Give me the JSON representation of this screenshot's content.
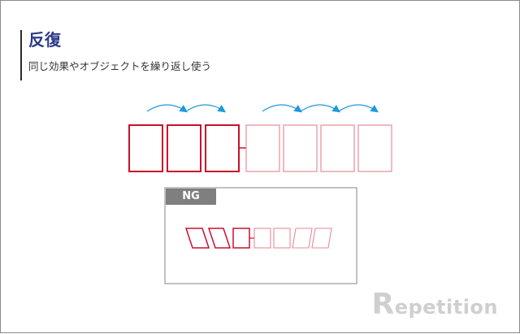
{
  "slide": {
    "title": "反復",
    "subtitle": "同じ効果やオブジェクトを繰り返し使う",
    "ng_label": "NG",
    "watermark_first": "R",
    "watermark_rest": "epetition"
  },
  "colors": {
    "title": "#2b3a8a",
    "strong_red": "#c8102e",
    "light_red": "#e58b99",
    "arrow_blue": "#1f9ad6",
    "ng_badge": "#7f7f7f",
    "panel_border": "#9a9a9a",
    "watermark": "#cfcfcf"
  }
}
